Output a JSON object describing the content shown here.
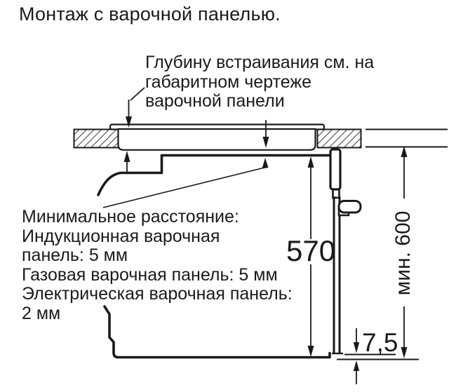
{
  "title": "Монтаж с варочной панелью.",
  "diagram": {
    "type": "appliance-installation-drawing",
    "annotation_top": "Глубину встраивания см. на\nгабаритном чертеже\nварочной панели",
    "annotation_left": "Минимальное расстояние:\nИндукционная варочная\nпанель: 5 мм\nГазовая варочная панель: 5 мм\nЭлектрическая варочная панель:\n2 мм",
    "dimensions": {
      "oven_height_mm": "570",
      "niche_height_min": "мин. 600",
      "door_bottom_gap_mm": "7,5"
    },
    "colors": {
      "line": "#1a1a1a",
      "background": "#ffffff"
    }
  }
}
